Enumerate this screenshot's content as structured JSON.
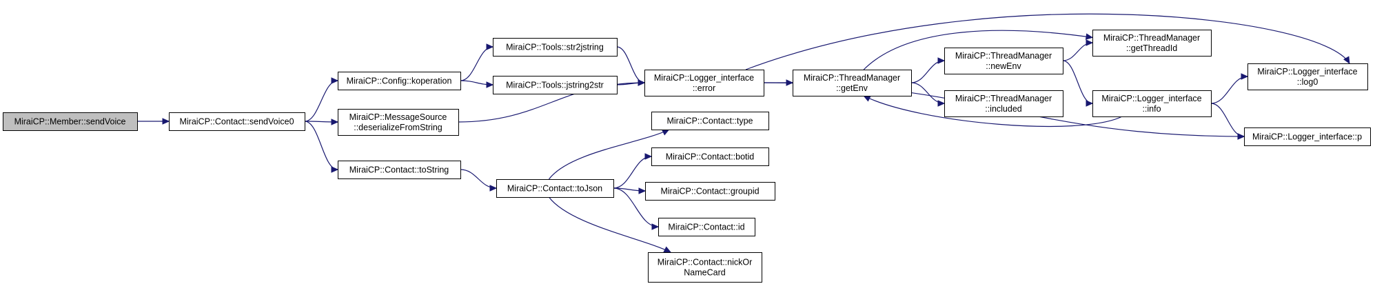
{
  "colors": {
    "edge": "#191970",
    "node_fill": "#ffffff",
    "root_fill": "#bfbfbf",
    "border": "#000000",
    "background": "#ffffff"
  },
  "nodes": [
    {
      "id": "member_sendvoice",
      "lines": [
        "MiraiCP::Member::sendVoice"
      ],
      "root": true
    },
    {
      "id": "contact_sendvoice0",
      "lines": [
        "MiraiCP::Contact::sendVoice0"
      ]
    },
    {
      "id": "config_koperation",
      "lines": [
        "MiraiCP::Config::koperation"
      ]
    },
    {
      "id": "messagesource_deserialize",
      "lines": [
        "MiraiCP::MessageSource",
        "::deserializeFromString"
      ]
    },
    {
      "id": "contact_tostring",
      "lines": [
        "MiraiCP::Contact::toString"
      ]
    },
    {
      "id": "tools_str2jstring",
      "lines": [
        "MiraiCP::Tools::str2jstring"
      ]
    },
    {
      "id": "tools_jstring2str",
      "lines": [
        "MiraiCP::Tools::jstring2str"
      ]
    },
    {
      "id": "logger_error",
      "lines": [
        "MiraiCP::Logger_interface",
        "::error"
      ]
    },
    {
      "id": "contact_tojson",
      "lines": [
        "MiraiCP::Contact::toJson"
      ]
    },
    {
      "id": "contact_type",
      "lines": [
        "MiraiCP::Contact::type"
      ]
    },
    {
      "id": "contact_botid",
      "lines": [
        "MiraiCP::Contact::botid"
      ]
    },
    {
      "id": "contact_groupid",
      "lines": [
        "MiraiCP::Contact::groupid"
      ]
    },
    {
      "id": "contact_id",
      "lines": [
        "MiraiCP::Contact::id"
      ]
    },
    {
      "id": "contact_nickornamecard",
      "lines": [
        "MiraiCP::Contact::nickOr",
        "NameCard"
      ]
    },
    {
      "id": "threadmanager_getenv",
      "lines": [
        "MiraiCP::ThreadManager",
        "::getEnv"
      ]
    },
    {
      "id": "threadmanager_newenv",
      "lines": [
        "MiraiCP::ThreadManager",
        "::newEnv"
      ]
    },
    {
      "id": "threadmanager_included",
      "lines": [
        "MiraiCP::ThreadManager",
        "::included"
      ]
    },
    {
      "id": "threadmanager_getthreadid",
      "lines": [
        "MiraiCP::ThreadManager",
        "::getThreadId"
      ]
    },
    {
      "id": "logger_info",
      "lines": [
        "MiraiCP::Logger_interface",
        "::info"
      ]
    },
    {
      "id": "logger_log0",
      "lines": [
        "MiraiCP::Logger_interface",
        "::log0"
      ]
    },
    {
      "id": "logger_p",
      "lines": [
        "MiraiCP::Logger_interface::p"
      ]
    }
  ],
  "edges": [
    {
      "from": "member_sendvoice",
      "to": "contact_sendvoice0"
    },
    {
      "from": "contact_sendvoice0",
      "to": "config_koperation"
    },
    {
      "from": "contact_sendvoice0",
      "to": "messagesource_deserialize"
    },
    {
      "from": "contact_sendvoice0",
      "to": "contact_tostring"
    },
    {
      "from": "config_koperation",
      "to": "tools_str2jstring"
    },
    {
      "from": "config_koperation",
      "to": "tools_jstring2str"
    },
    {
      "from": "tools_str2jstring",
      "to": "logger_error"
    },
    {
      "from": "tools_jstring2str",
      "to": "logger_error"
    },
    {
      "from": "messagesource_deserialize",
      "to": "logger_error"
    },
    {
      "from": "contact_tostring",
      "to": "contact_tojson"
    },
    {
      "from": "contact_tojson",
      "to": "contact_type"
    },
    {
      "from": "contact_tojson",
      "to": "contact_botid"
    },
    {
      "from": "contact_tojson",
      "to": "contact_groupid"
    },
    {
      "from": "contact_tojson",
      "to": "contact_id"
    },
    {
      "from": "contact_tojson",
      "to": "contact_nickornamecard"
    },
    {
      "from": "logger_error",
      "to": "threadmanager_getenv"
    },
    {
      "from": "logger_error",
      "to": "logger_log0"
    },
    {
      "from": "logger_error",
      "to": "logger_p"
    },
    {
      "from": "threadmanager_getenv",
      "to": "threadmanager_newenv"
    },
    {
      "from": "threadmanager_getenv",
      "to": "threadmanager_included"
    },
    {
      "from": "threadmanager_getenv",
      "to": "threadmanager_getthreadid"
    },
    {
      "from": "threadmanager_newenv",
      "to": "threadmanager_getthreadid"
    },
    {
      "from": "threadmanager_newenv",
      "to": "logger_info"
    },
    {
      "from": "logger_info",
      "to": "threadmanager_getenv"
    },
    {
      "from": "logger_info",
      "to": "logger_log0"
    },
    {
      "from": "logger_info",
      "to": "logger_p"
    }
  ]
}
